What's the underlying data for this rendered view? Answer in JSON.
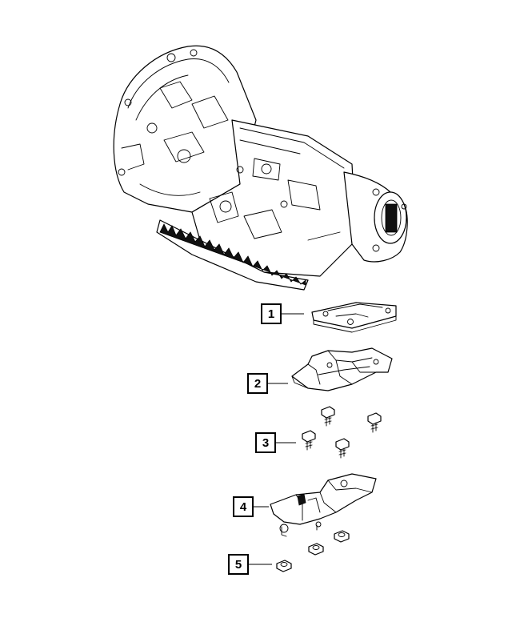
{
  "callouts": [
    {
      "id": "callout-1",
      "label": "1"
    },
    {
      "id": "callout-2",
      "label": "2"
    },
    {
      "id": "callout-3",
      "label": "3"
    },
    {
      "id": "callout-4",
      "label": "4"
    },
    {
      "id": "callout-5",
      "label": "5"
    }
  ]
}
